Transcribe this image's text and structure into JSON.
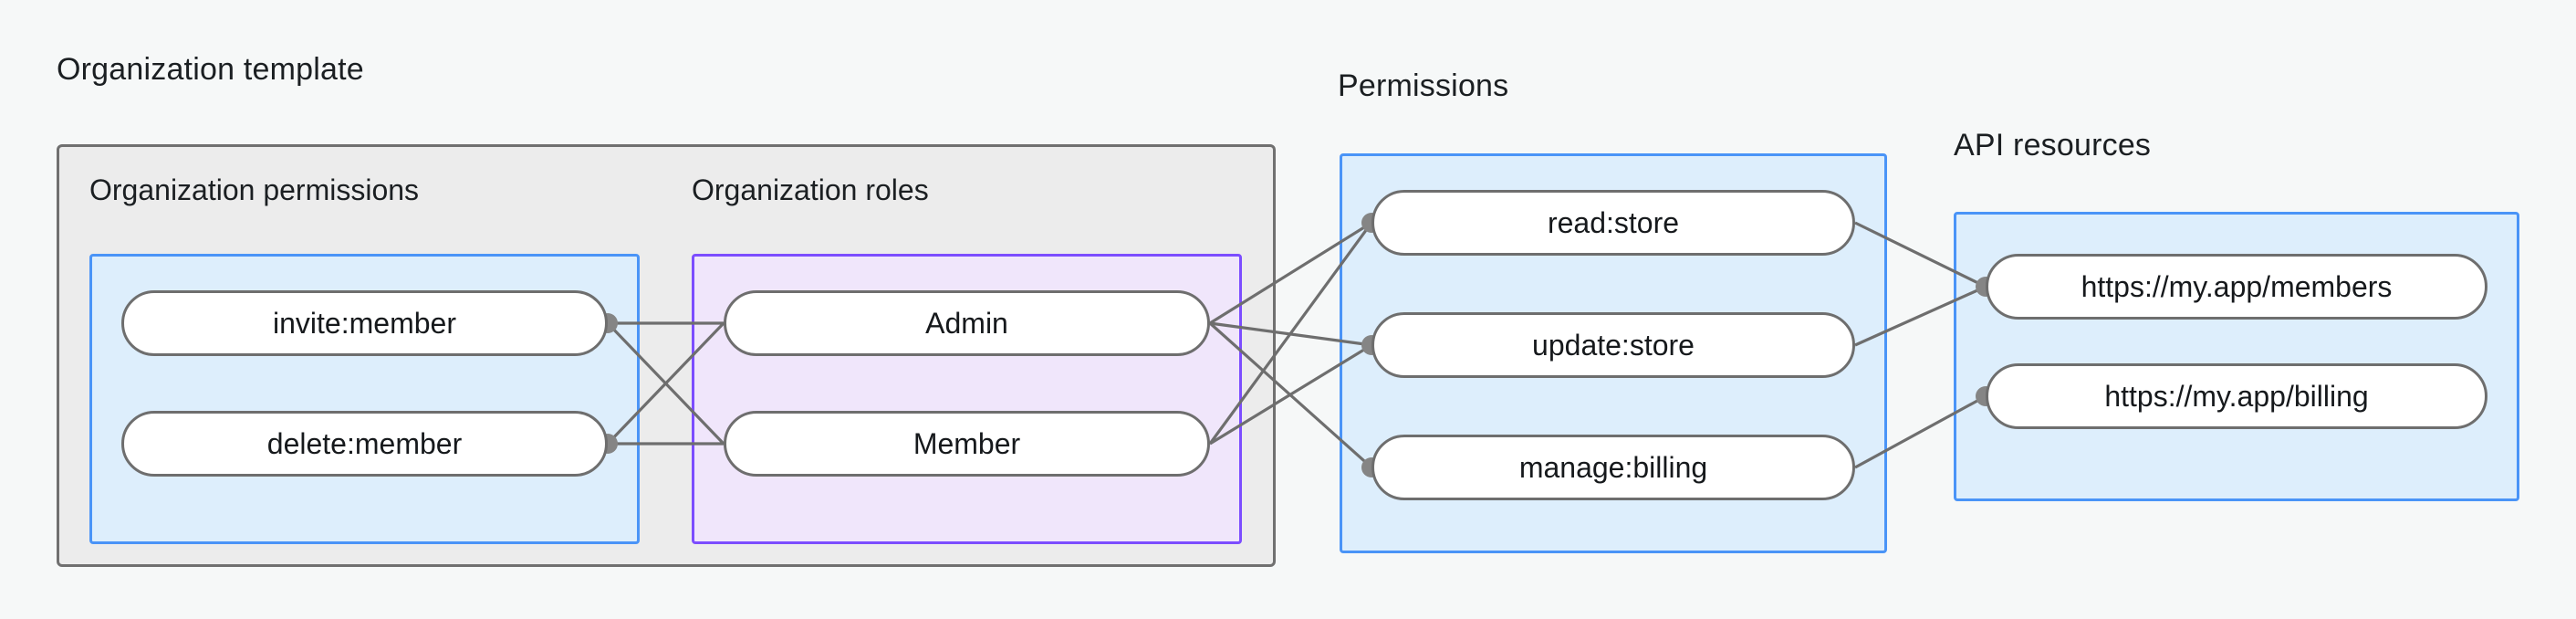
{
  "diagram": {
    "title_groups": [
      {
        "key": "org_template",
        "label": "Organization template"
      },
      {
        "key": "permissions",
        "label": "Permissions"
      },
      {
        "key": "api_resources",
        "label": "API resources"
      }
    ],
    "section_titles": [
      {
        "key": "org_permissions",
        "label": "Organization permissions"
      },
      {
        "key": "org_roles",
        "label": "Organization roles"
      }
    ],
    "nodes": {
      "org_permissions": [
        {
          "id": "invite-member",
          "label": "invite:member"
        },
        {
          "id": "delete-member",
          "label": "delete:member"
        }
      ],
      "org_roles": [
        {
          "id": "admin",
          "label": "Admin"
        },
        {
          "id": "member",
          "label": "Member"
        }
      ],
      "permissions": [
        {
          "id": "read-store",
          "label": "read:store"
        },
        {
          "id": "update-store",
          "label": "update:store"
        },
        {
          "id": "manage-billing",
          "label": "manage:billing"
        }
      ],
      "api_resources": [
        {
          "id": "members-url",
          "label": "https://my.app/members"
        },
        {
          "id": "billing-url",
          "label": "https://my.app/billing"
        }
      ]
    },
    "edges": [
      {
        "from": "invite-member",
        "to": "admin"
      },
      {
        "from": "invite-member",
        "to": "member"
      },
      {
        "from": "delete-member",
        "to": "admin"
      },
      {
        "from": "delete-member",
        "to": "member"
      },
      {
        "from": "admin",
        "to": "read-store"
      },
      {
        "from": "admin",
        "to": "update-store"
      },
      {
        "from": "admin",
        "to": "manage-billing"
      },
      {
        "from": "member",
        "to": "read-store"
      },
      {
        "from": "member",
        "to": "update-store"
      },
      {
        "from": "read-store",
        "to": "members-url"
      },
      {
        "from": "update-store",
        "to": "members-url"
      },
      {
        "from": "manage-billing",
        "to": "billing-url"
      }
    ],
    "colors": {
      "page_background": "#f6f8f8",
      "outer_container_fill": "#ececec",
      "outer_container_border": "#707070",
      "blue_fill": "#ddeefc",
      "blue_border": "#4a94f7",
      "purple_fill": "#f0e6fb",
      "purple_border": "#7c4dff",
      "node_fill": "#ffffff",
      "node_border": "#6e6e6e",
      "edge_stroke": "#6e6e6e",
      "edge_dot": "#858585",
      "text": "#16191c"
    }
  }
}
